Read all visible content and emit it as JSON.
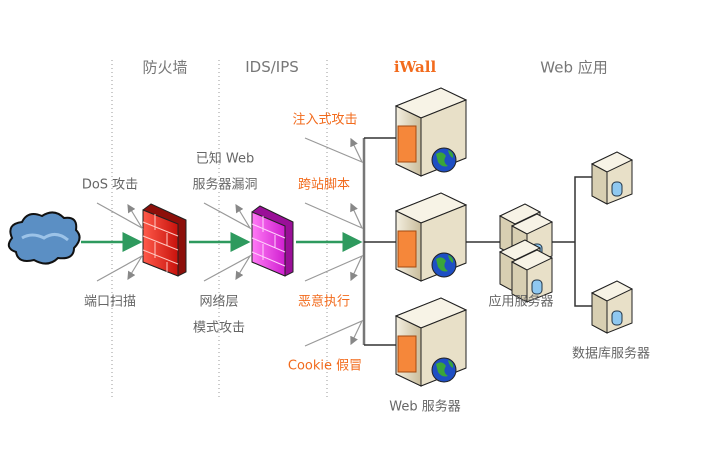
{
  "headers": {
    "firewall": "防火墙",
    "ids_ips": "IDS/IPS",
    "iwall": "iWall",
    "web_app": "Web 应用"
  },
  "firewall_attacks": {
    "top": "DoS 攻击",
    "bottom": "端口扫描"
  },
  "ids_attacks": {
    "top_line1": "已知 Web",
    "top_line2": "服务器漏洞",
    "bottom_line1": "网络层",
    "bottom_line2": "模式攻击"
  },
  "iwall_attacks": [
    "注入式攻击",
    "跨站脚本",
    "恶意执行",
    "Cookie 假冒"
  ],
  "nodes": {
    "web_servers": "Web 服务器",
    "app_servers": "应用服务器",
    "db_servers": "数据库服务器"
  },
  "colors": {
    "accent": "#f26b1d",
    "flow_arrow": "#2e9a5e",
    "firewall": "#e8322a",
    "ids": "#e83ee0"
  }
}
